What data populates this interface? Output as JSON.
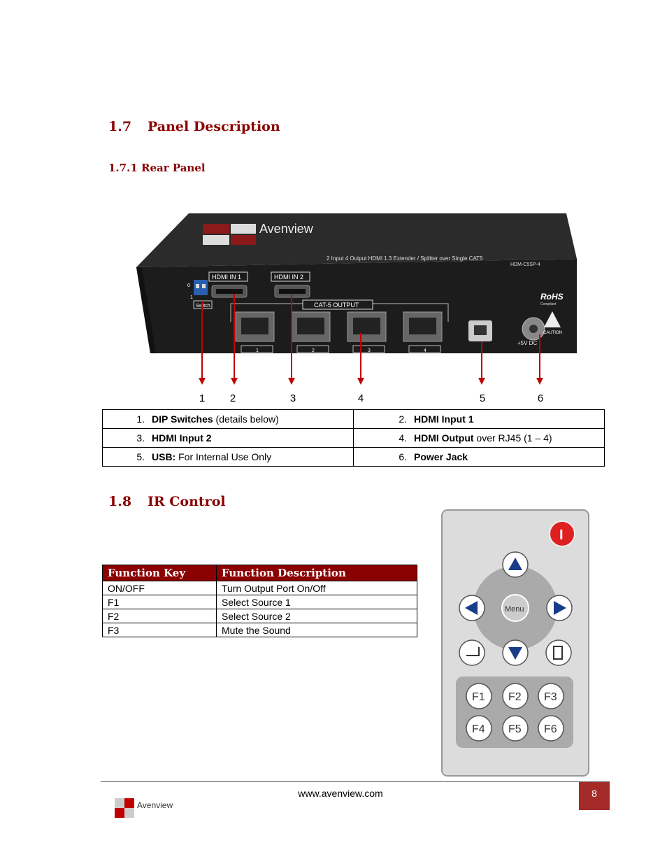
{
  "section_1_7": {
    "number": "1.7",
    "title": "Panel Description"
  },
  "section_1_7_1": {
    "title": "1.7.1 Rear Panel"
  },
  "device": {
    "brand": "Avenview",
    "subtitle": "2 Input 4 Output HDMI 1.3 Extender / Splitter over Single CAT5",
    "model": "HDM-C5SP-4",
    "labels": {
      "hdmi_in_1": "HDMI IN 1",
      "hdmi_in_2": "HDMI IN 2",
      "cat5_output": "CAT-5 OUTPUT",
      "switch": "Switch",
      "rohs": "RoHS",
      "compliant": "Compliant",
      "caution": "CAUTION",
      "power": "+5V DC",
      "port_1": "1",
      "port_2": "2",
      "port_3": "3",
      "port_4": "4",
      "dip_0": "0",
      "dip_1": "1"
    }
  },
  "callouts": [
    "1",
    "2",
    "3",
    "4",
    "5",
    "6"
  ],
  "parts_table": [
    [
      {
        "num": "1.",
        "bold": "DIP Switches",
        "rest": " (details below)"
      },
      {
        "num": "2.",
        "bold": "HDMI Input 1",
        "rest": ""
      }
    ],
    [
      {
        "num": "3.",
        "bold": "HDMI Input 2",
        "rest": ""
      },
      {
        "num": "4.",
        "bold": "HDMI Output",
        "rest": " over RJ45 (1 – 4)"
      }
    ],
    [
      {
        "num": "5.",
        "bold": "USB:",
        "rest": " For Internal Use Only"
      },
      {
        "num": "6.",
        "bold": "Power Jack",
        "rest": ""
      }
    ]
  ],
  "section_1_8": {
    "number": "1.8",
    "title": "IR Control"
  },
  "function_table": {
    "headers": [
      "Function Key",
      "Function Description"
    ],
    "rows": [
      [
        "ON/OFF",
        "Turn Output Port On/Off"
      ],
      [
        "F1",
        "Select Source 1"
      ],
      [
        "F2",
        "Select Source 2"
      ],
      [
        "F3",
        "Mute the Sound"
      ]
    ]
  },
  "remote": {
    "menu": "Menu",
    "f_keys": [
      "F1",
      "F2",
      "F3",
      "F4",
      "F5",
      "F6"
    ],
    "power_label": "I"
  },
  "footer": {
    "url": "www.avenview.com",
    "page": "8",
    "logo_text": "Avenview"
  },
  "colors": {
    "accent": "#8b0000",
    "page_box": "#a52a2a"
  }
}
